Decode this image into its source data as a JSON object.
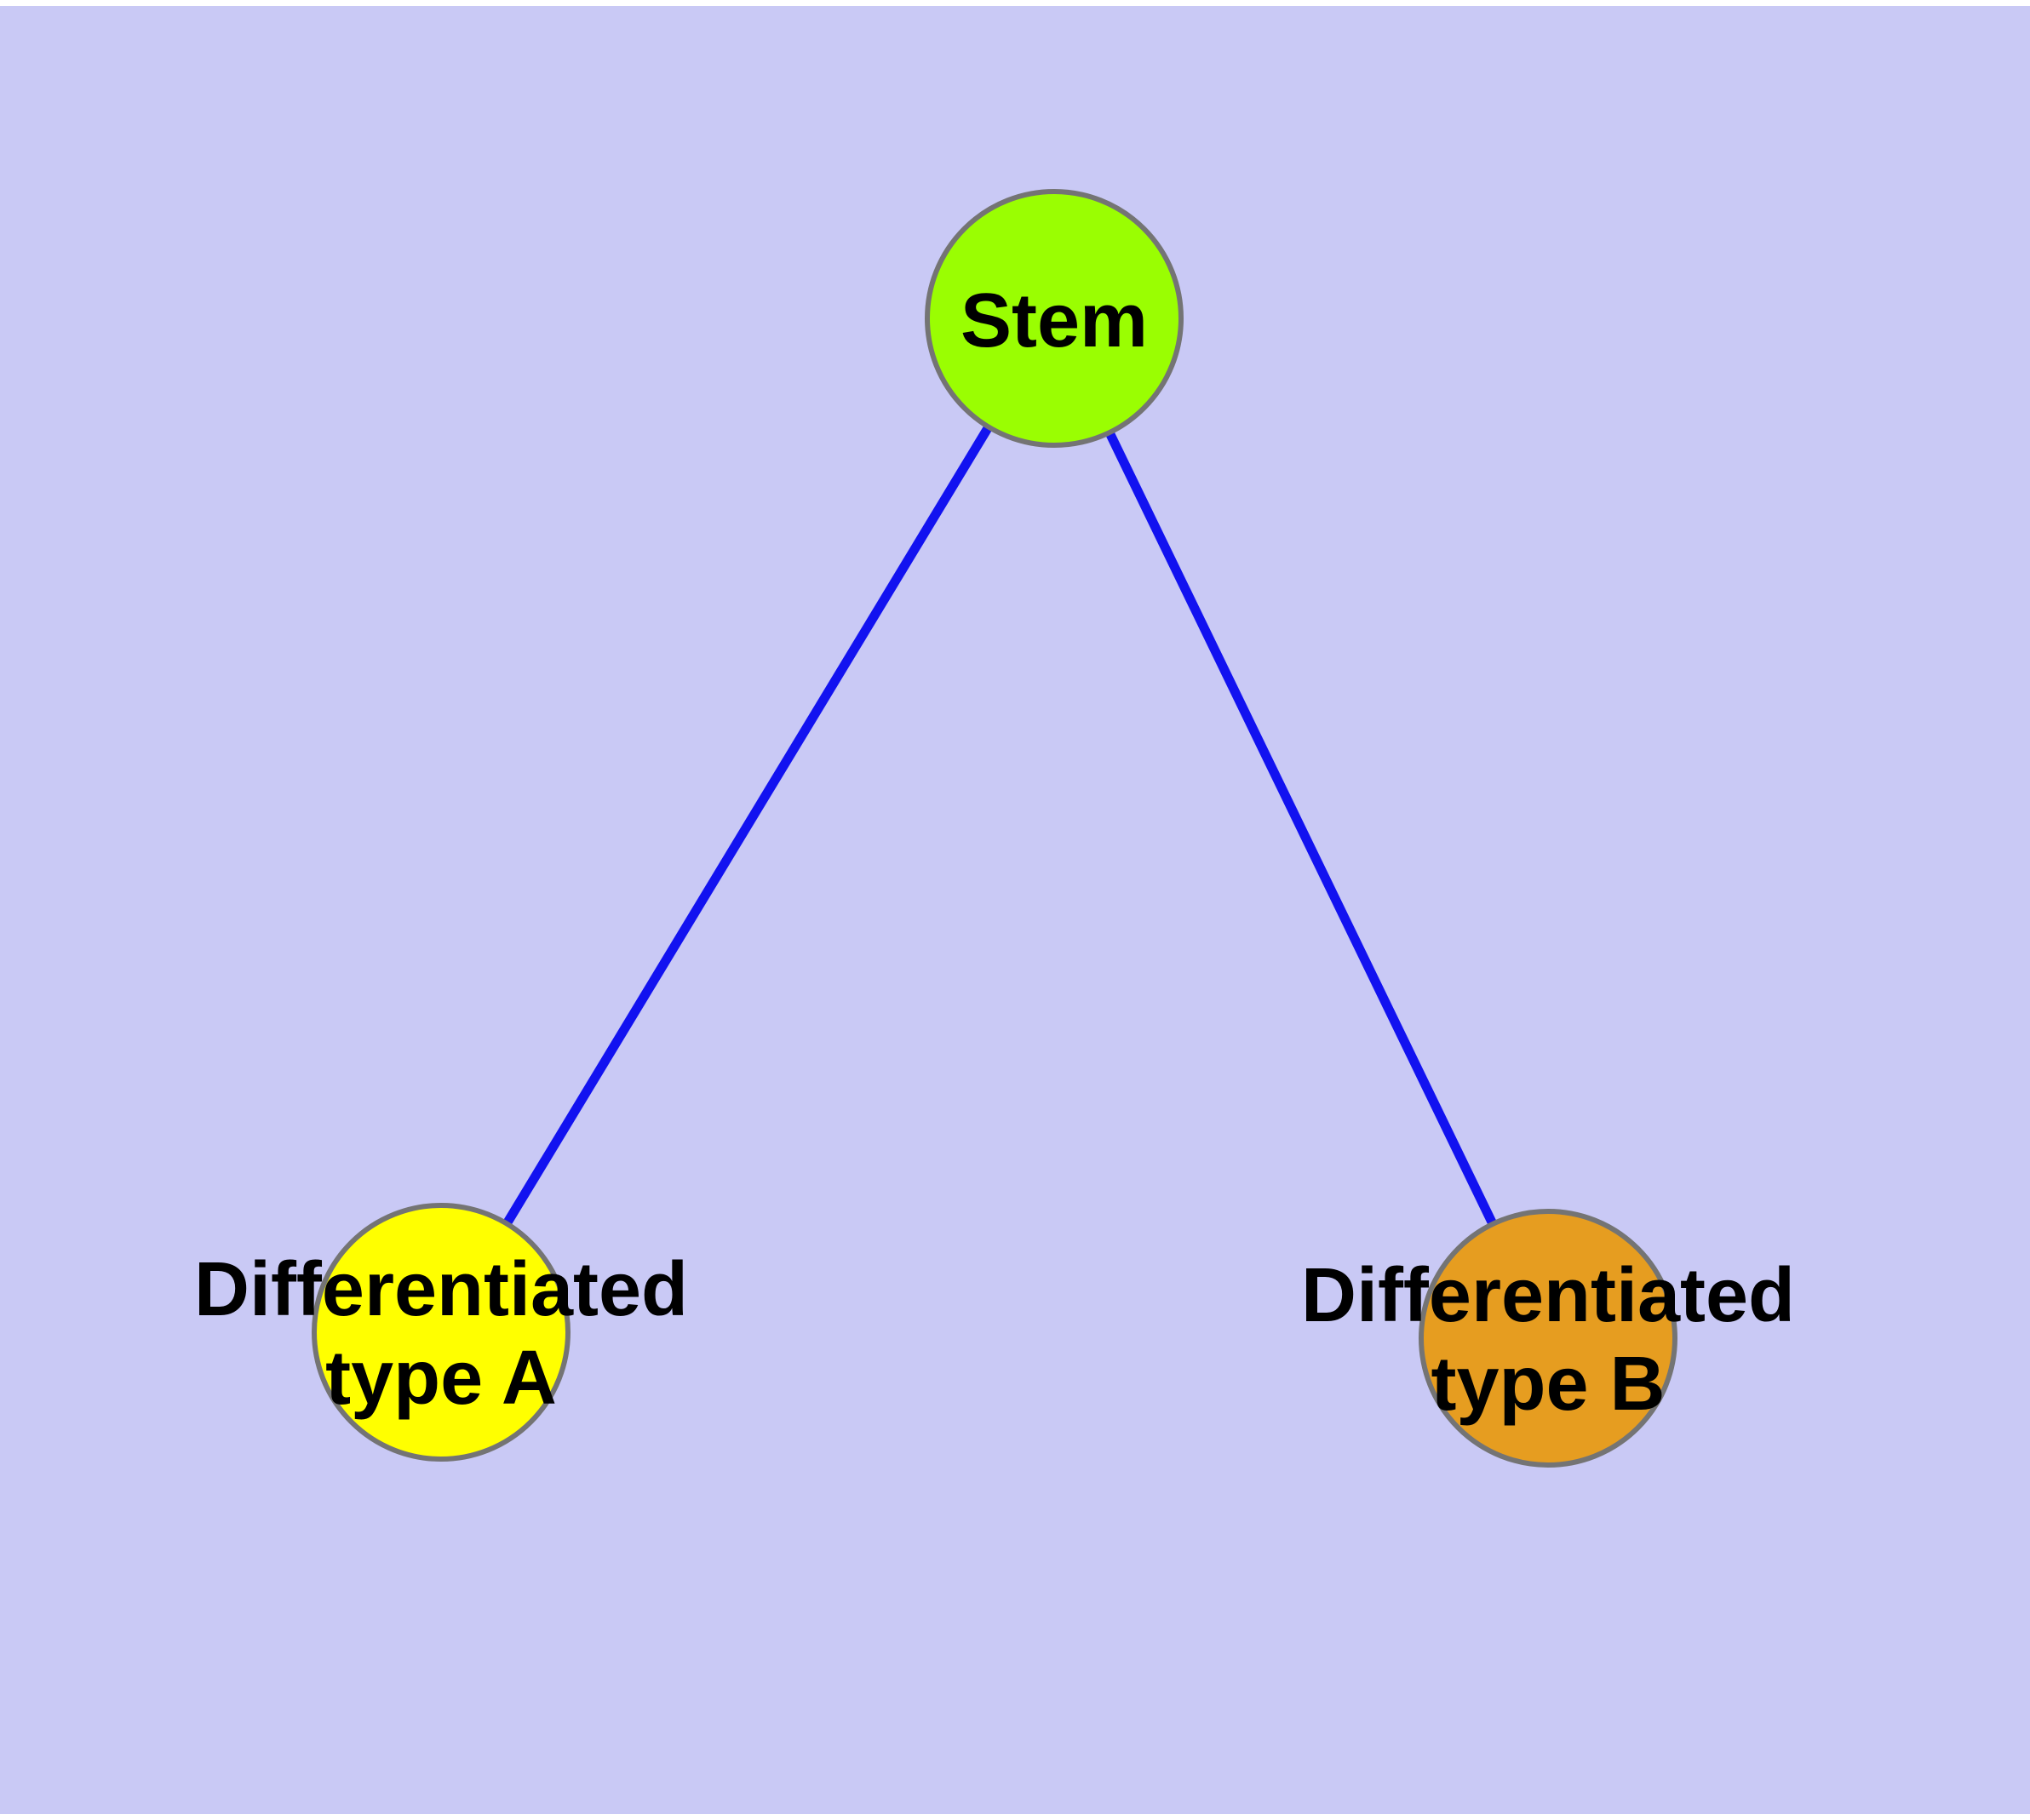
{
  "canvas": {
    "background": "#C9C9F5",
    "margin_color": "#FFFFFF"
  },
  "diagram": {
    "type": "graph",
    "edge_color": "#1212F0",
    "node_border_color": "#747474",
    "label_color": "#000000",
    "nodes": [
      {
        "id": "stem",
        "label": "Stem",
        "label_lines": [
          "Stem"
        ],
        "color": "#9AFE02"
      },
      {
        "id": "differentiated-type-a",
        "label": "Differentiated type A",
        "label_lines": [
          "Differentiated",
          "type A"
        ],
        "color": "#FFFF00"
      },
      {
        "id": "differentiated-type-b",
        "label": "Differentiated type B",
        "label_lines": [
          "Differentiated",
          "type B"
        ],
        "color": "#E69D20"
      }
    ],
    "edges": [
      {
        "from": "stem",
        "to": "differentiated-type-a"
      },
      {
        "from": "stem",
        "to": "differentiated-type-b"
      }
    ]
  }
}
